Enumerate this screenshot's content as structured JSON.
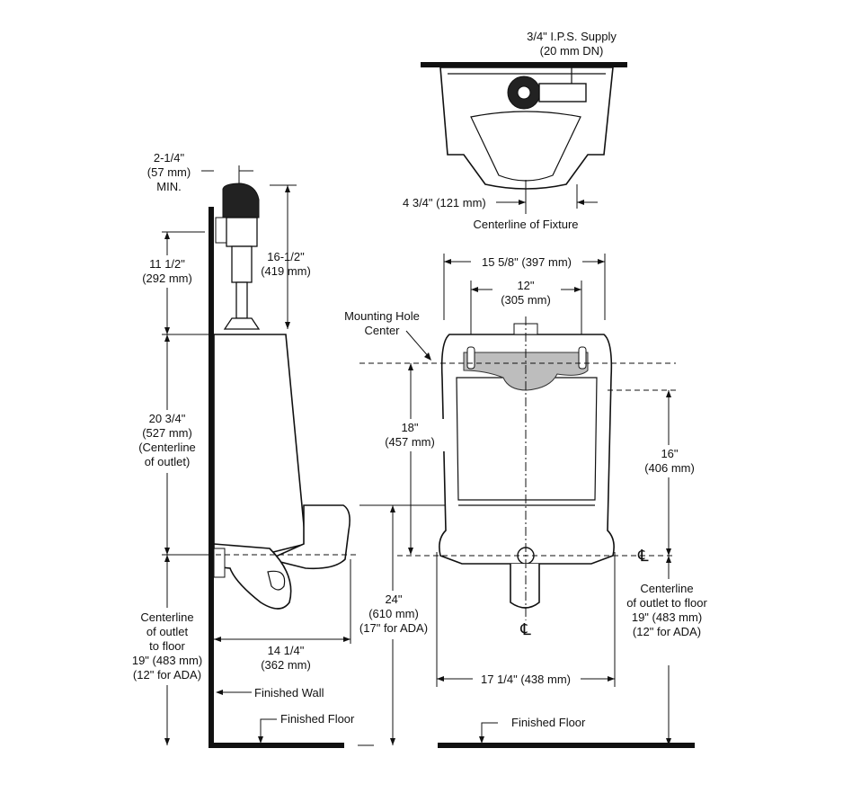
{
  "top_view": {
    "supply_line1": "3/4\" I.P.S. Supply",
    "supply_line2": "(20 mm DN)",
    "offset_dim": "4 3/4\" (121 mm)",
    "centerline_label": "Centerline of Fixture"
  },
  "side_view": {
    "wall_gap_line1": "2-1/4\"",
    "wall_gap_line2": "(57 mm)",
    "wall_gap_line3": "MIN.",
    "valve_dim_line1": "11 1/2\"",
    "valve_dim_line2": "(292 mm)",
    "valve_height_line1": "16-1/2\"",
    "valve_height_line2": "(419 mm)",
    "outlet_height_line1": "20 3/4\"",
    "outlet_height_line2": "(527 mm)",
    "outlet_height_line3": "(Centerline",
    "outlet_height_line4": "of outlet)",
    "outlet_floor_line1": "Centerline",
    "outlet_floor_line2": "of outlet",
    "outlet_floor_line3": "to floor",
    "outlet_floor_line4": "19\" (483 mm)",
    "outlet_floor_line5": "(12\" for ADA)",
    "depth_line1": "14 1/4\"",
    "depth_line2": "(362 mm)",
    "rim_line1": "24\"",
    "rim_line2": "(610 mm)",
    "rim_line3": "(17\" for ADA)",
    "finished_wall": "Finished Wall",
    "finished_floor": "Finished Floor"
  },
  "front_view": {
    "width_top": "15 5/8\" (397 mm)",
    "holes_line1": "12\"",
    "holes_line2": "(305 mm)",
    "mounting_line1": "Mounting Hole",
    "mounting_line2": "Center",
    "hole_dim_line1": "18\"",
    "hole_dim_line2": "(457 mm)",
    "outlet_dim_line1": "16\"",
    "outlet_dim_line2": "(406 mm)",
    "cl_symbol": "℄",
    "cl_symbol_bottom": "℄",
    "floor_dim_line1": "Centerline",
    "floor_dim_line2": "of outlet to floor",
    "floor_dim_line3": "19\" (483 mm)",
    "floor_dim_line4": "(12\" for ADA)",
    "width_bottom": "17 1/4\" (438 mm)",
    "finished_floor": "Finished Floor"
  }
}
